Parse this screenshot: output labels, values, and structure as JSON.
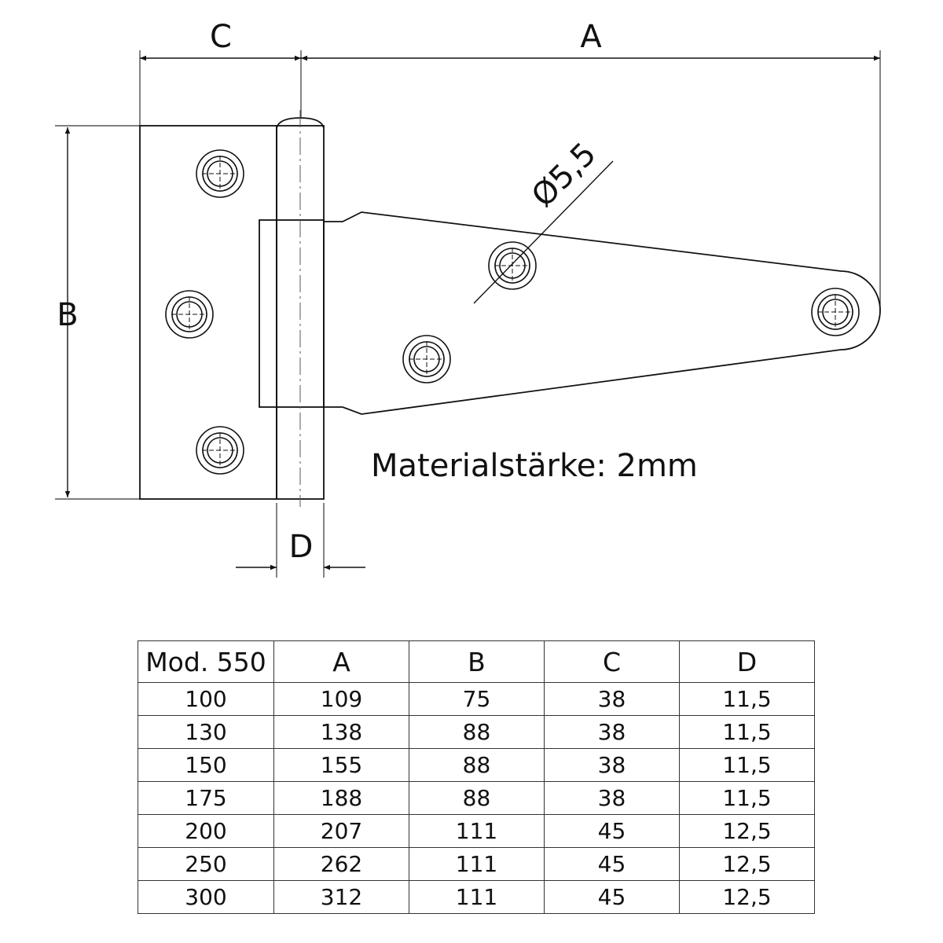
{
  "drawing": {
    "dimension_labels": {
      "a": "A",
      "b": "B",
      "c": "C",
      "d": "D"
    },
    "hole_diameter_label": "Ø5,5",
    "material_note": "Materialstärke: 2mm"
  },
  "table": {
    "headers": [
      "Mod. 550",
      "A",
      "B",
      "C",
      "D"
    ],
    "rows": [
      [
        "100",
        "109",
        "75",
        "38",
        "11,5"
      ],
      [
        "130",
        "138",
        "88",
        "38",
        "11,5"
      ],
      [
        "150",
        "155",
        "88",
        "38",
        "11,5"
      ],
      [
        "175",
        "188",
        "88",
        "38",
        "11,5"
      ],
      [
        "200",
        "207",
        "111",
        "45",
        "12,5"
      ],
      [
        "250",
        "262",
        "111",
        "45",
        "12,5"
      ],
      [
        "300",
        "312",
        "111",
        "45",
        "12,5"
      ]
    ]
  }
}
